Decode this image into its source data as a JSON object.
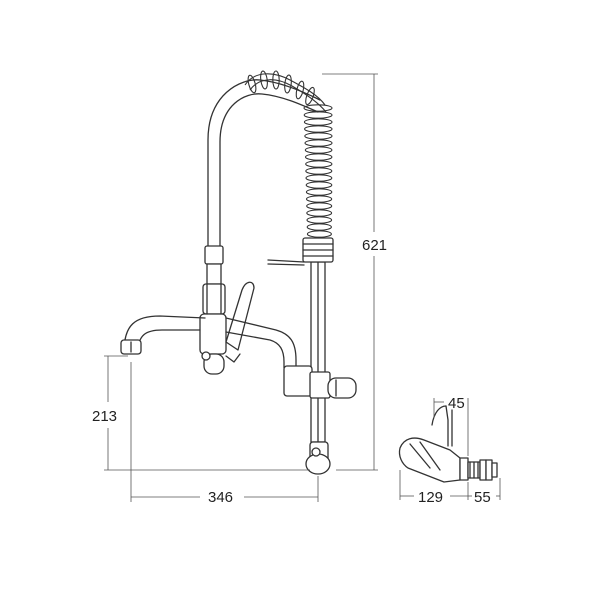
{
  "dimensions": {
    "total_height": "621",
    "spout_height": "213",
    "spout_reach": "346",
    "side_top": "45",
    "side_depth": "129",
    "side_wall": "55"
  },
  "colors": {
    "line": "#333333",
    "dimension": "#555555",
    "background": "#ffffff"
  }
}
